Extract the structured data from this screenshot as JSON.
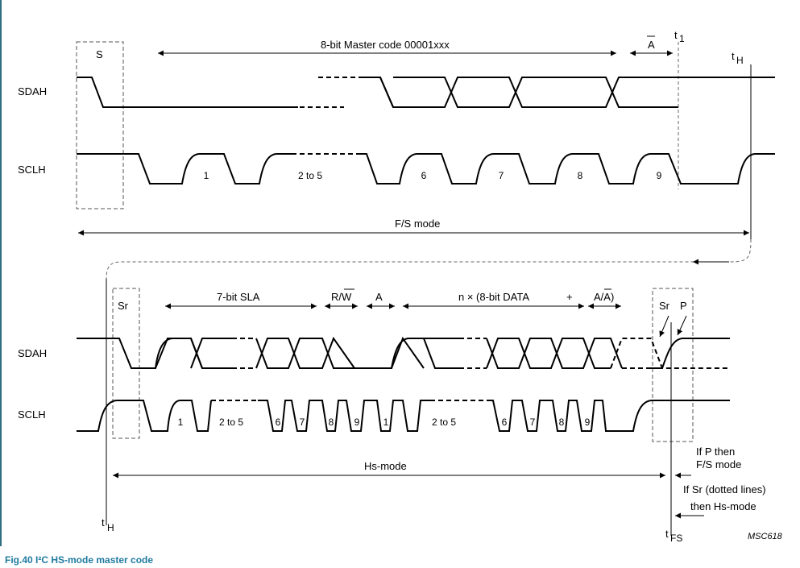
{
  "figure": {
    "caption": "Fig.40 I²C HS-mode master code",
    "ref": "MSC618"
  },
  "top": {
    "start_label": "S",
    "master_code_label": "8-bit Master code 00001xxx",
    "nack_label": "A",
    "t1_label": "t",
    "t1_sub": "1",
    "th_label": "t",
    "th_sub": "H",
    "sda_label": "SDAH",
    "scl_label": "SCLH",
    "clock_labels": [
      "1",
      "2 to 5",
      "6",
      "7",
      "8",
      "9"
    ],
    "mode_label": "F/S mode"
  },
  "bottom": {
    "restart_label": "Sr",
    "sla_label": "7-bit SLA",
    "rw_label": "R/",
    "rw_overline": "W",
    "ack_label": "A",
    "data_label": "n × (8-bit DATA",
    "plus_label": "+",
    "ack_nack_label": "A/",
    "ack_nack_overline": "A",
    "ack_nack_close": ")",
    "sr_label": "Sr",
    "p_label": "P",
    "sda_label": "SDAH",
    "scl_label": "SCLH",
    "clock_labels": [
      "1",
      "2 to 5",
      "6",
      "7",
      "8",
      "9",
      "1",
      "2 to 5",
      "6",
      "7",
      "8",
      "9"
    ],
    "mode_label": "Hs-mode",
    "note_p_line1": "If P then",
    "note_p_line2": "F/S mode",
    "note_sr_line1": "If Sr (dotted lines)",
    "note_sr_line2": "then Hs-mode",
    "th_label": "t",
    "th_sub": "H",
    "tfs_label": "t",
    "tfs_sub": "FS"
  }
}
